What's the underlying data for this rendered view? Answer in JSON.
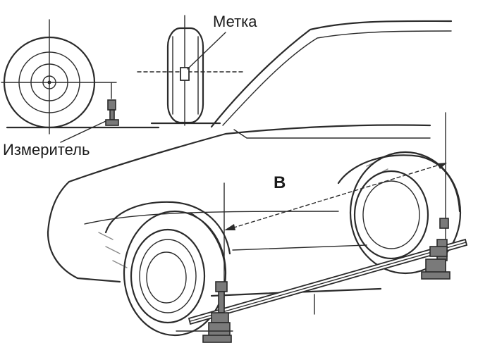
{
  "labels": {
    "mark": "Метка",
    "meter": "Измеритель",
    "distance": "B"
  },
  "colors": {
    "ink": "#2b2b2b",
    "shade": "#7a7a7a",
    "paper": "#ffffff"
  }
}
